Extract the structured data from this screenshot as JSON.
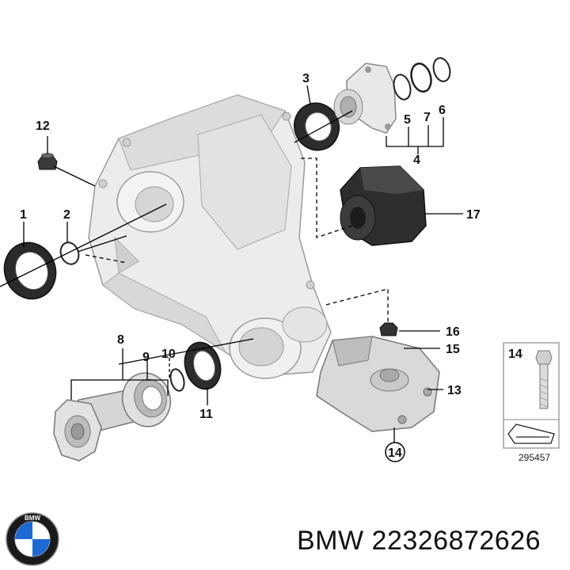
{
  "diagram": {
    "part_numbers": {
      "p1": "1",
      "p2": "2",
      "p3": "3",
      "p4": "4",
      "p5": "5",
      "p6": "6",
      "p7": "7",
      "p8": "8",
      "p9": "9",
      "p10": "10",
      "p11": "11",
      "p12": "12",
      "p13": "13",
      "p14": "14",
      "p15": "15",
      "p16": "16",
      "p17": "17",
      "p14_circled": "14"
    },
    "inset": {
      "label": "14",
      "image_id": "295457"
    }
  },
  "footer": {
    "brand": "BMW",
    "part_number_text": "BMW 22326872626",
    "logo_text": "BMW"
  },
  "colors": {
    "part_fill": "#e9e9e9",
    "part_shade": "#cfcfcf",
    "dark_part": "#2b2b2b",
    "line": "#000000",
    "logo_blue": "#1c69d4"
  }
}
